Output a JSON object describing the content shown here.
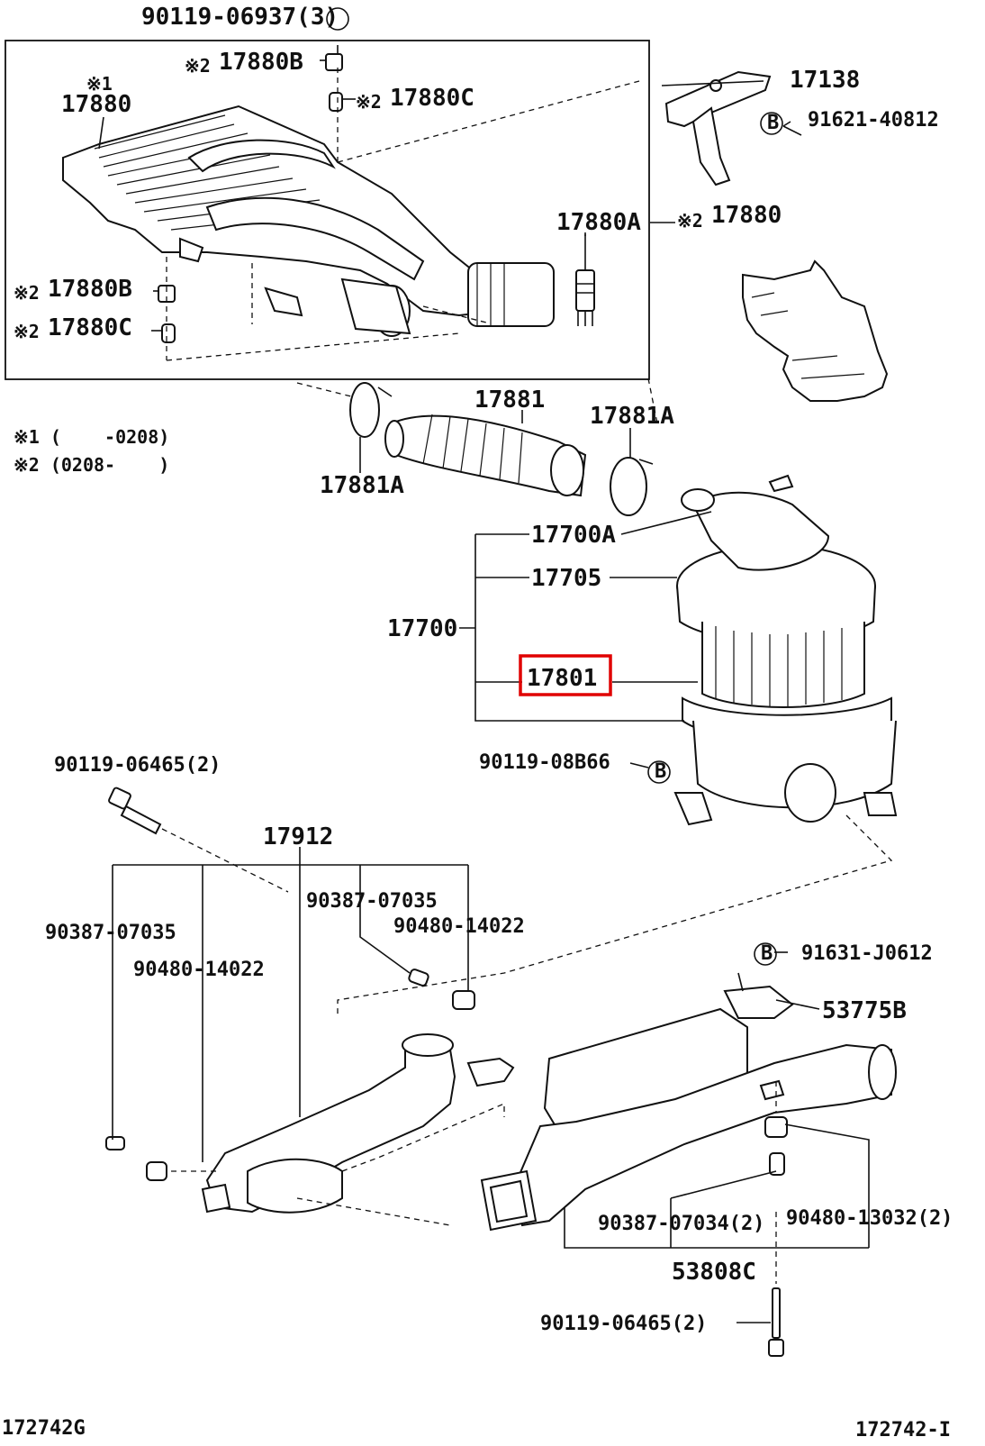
{
  "diagram": {
    "highlight_color": "#e00000",
    "labels": {
      "p90119_06937": "90119-06937(3)",
      "p17880B_top": "17880B",
      "p17880C_top": "17880C",
      "p17880": "17880",
      "p17138": "17138",
      "p91621_40812": "91621-40812",
      "p17880A": "17880A",
      "p17880_right": "17880",
      "p17880B_left": "17880B",
      "p17880C_left": "17880C",
      "p17881": "17881",
      "p17881A_right": "17881A",
      "p17881A_left": "17881A",
      "p17700A": "17700A",
      "p17705": "17705",
      "p17700": "17700",
      "p17801": "17801",
      "p90119_08B66": "90119-08B66",
      "p90119_06465_top": "90119-06465(2)",
      "p17912": "17912",
      "p90387_07035_mid": "90387-07035",
      "p90480_14022_mid": "90480-14022",
      "p90387_07035_left": "90387-07035",
      "p90480_14022_left": "90480-14022",
      "p91631_J0612": "91631-J0612",
      "p53775B": "53775B",
      "p90387_07034": "90387-07034(2)",
      "p90480_13032": "90480-13032(2)",
      "p53808C": "53808C",
      "p90119_06465_bottom": "90119-06465(2)",
      "code_left": "172742G",
      "code_right": "172742-I"
    },
    "notes": {
      "star1": "※1 (    -0208)",
      "star2": "※2 (0208-    )",
      "mark_star1": "※1",
      "mark_star2": "※2",
      "circle_b": "B"
    }
  }
}
